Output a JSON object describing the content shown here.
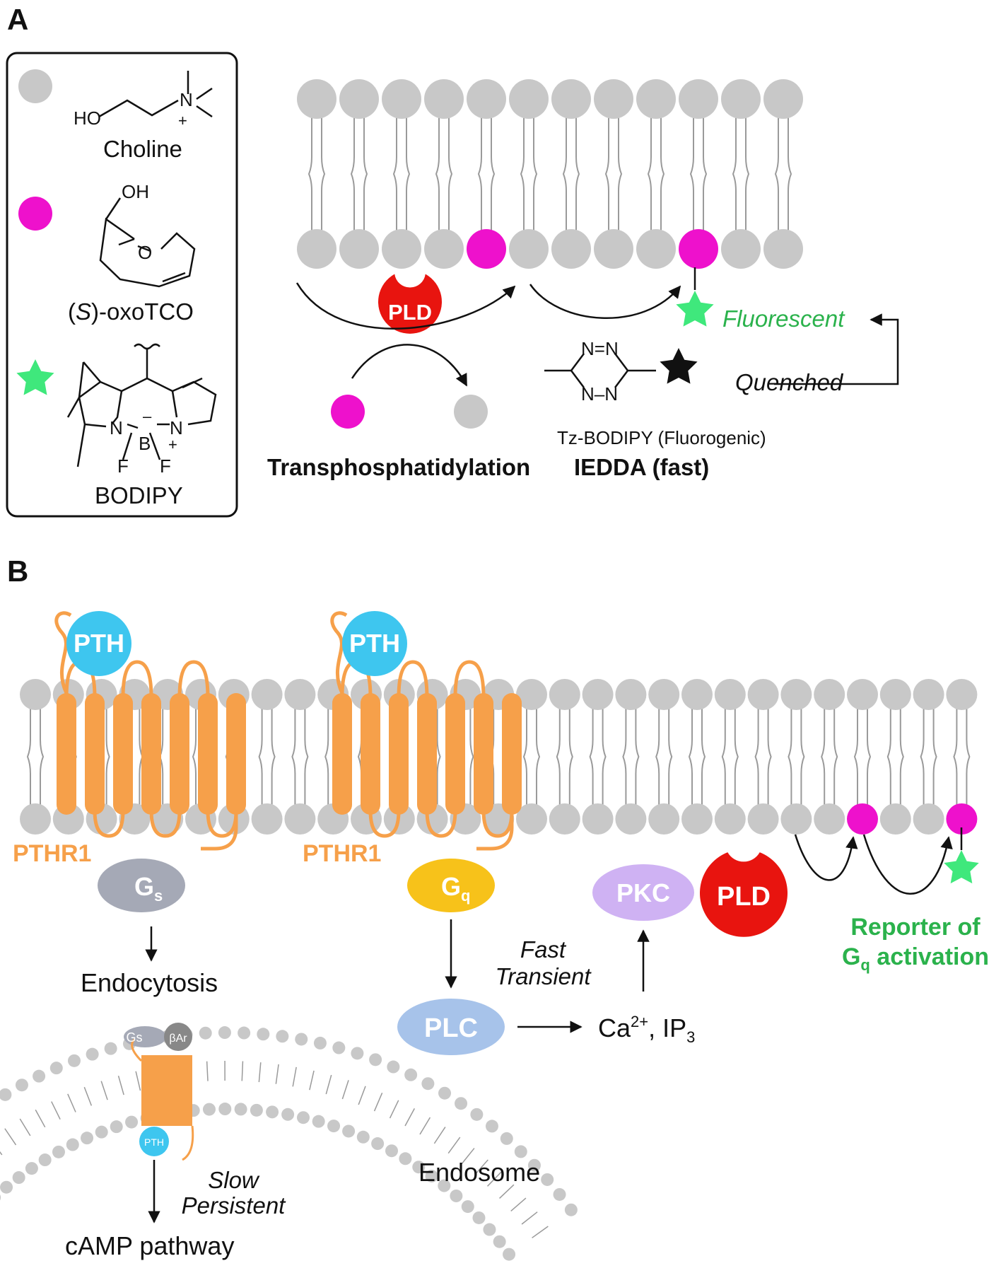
{
  "panels": {
    "a": "A",
    "b": "B"
  },
  "colors": {
    "lipid": "#c8c8c8",
    "tail": "#9a9a9a",
    "oxotco": "#ee11cc",
    "bodipy_star": "#3fe87c",
    "pld": "#e8140f",
    "receptor": "#f6a04a",
    "pth": "#3ec6ef",
    "gs": "#a5a9b6",
    "gq": "#f7c21a",
    "pkc": "#cfb2f3",
    "plc": "#a7c3ea",
    "green_text": "#2bb24c"
  },
  "legend": {
    "choline": {
      "name": "Choline",
      "atoms": {
        "ho": "HO",
        "n": "N",
        "plus": "+"
      }
    },
    "oxotco": {
      "name_prefix": "(",
      "name_s": "S",
      "name_suffix": ")-oxoTCO",
      "atoms": {
        "oh": "OH",
        "o": "O"
      }
    },
    "bodipy": {
      "name": "BODIPY",
      "atoms": {
        "n1": "N",
        "n2": "N",
        "b": "B",
        "f1": "F",
        "f2": "F",
        "minus": "–",
        "plus": "+"
      }
    }
  },
  "panel_a": {
    "enzyme": "PLD",
    "reaction1": "Transphosphatidylation",
    "reaction2": "IEDDA (fast)",
    "reagent": "Tz-BODIPY (Fluorogenic)",
    "tetrazine_atoms": {
      "nn_top": "N=N",
      "nn_bottom": "N–N"
    },
    "fluorescent": "Fluorescent",
    "quenched": "Quenched"
  },
  "panel_b": {
    "ligand": "PTH",
    "receptor": "PTHR1",
    "gs": {
      "main": "G",
      "sub": "s"
    },
    "gq": {
      "main": "G",
      "sub": "q"
    },
    "pkc": "PKC",
    "pld": "PLD",
    "plc": "PLC",
    "endocytosis": "Endocytosis",
    "second_messengers": {
      "ca": "Ca",
      "ca_sup": "2+",
      "ip": ", IP",
      "ip_sub": "3"
    },
    "fast": "Fast",
    "transient": "Transient",
    "reporter_line1": "Reporter of",
    "reporter_line2_main": "G",
    "reporter_line2_sub": "q",
    "reporter_line2_rest": " activation",
    "endosome": "Endosome",
    "endosome_gs": "Gs",
    "endosome_barr": "βAr",
    "endosome_pth": "PTH",
    "slow": "Slow",
    "persistent": "Persistent",
    "camp": "cAMP pathway"
  }
}
